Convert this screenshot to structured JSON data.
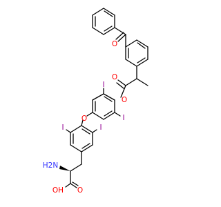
{
  "colors": {
    "bond": "#000000",
    "carbon": "#000000",
    "oxygen": "#ff0000",
    "iodine": "#940094",
    "nitrogen": "#3333ff",
    "background": "#ffffff"
  },
  "atoms": {
    "o_ketone": "O",
    "o_ester_carbonyl": "O",
    "o_ester": "O",
    "i_top_left": "I",
    "i_top_right": "I",
    "o_ether": "O",
    "i_bottom_left": "I",
    "i_bottom_right": "I",
    "n_amine": "H2N",
    "o_acid": "O",
    "o_acid_hydroxyl": "OH"
  }
}
